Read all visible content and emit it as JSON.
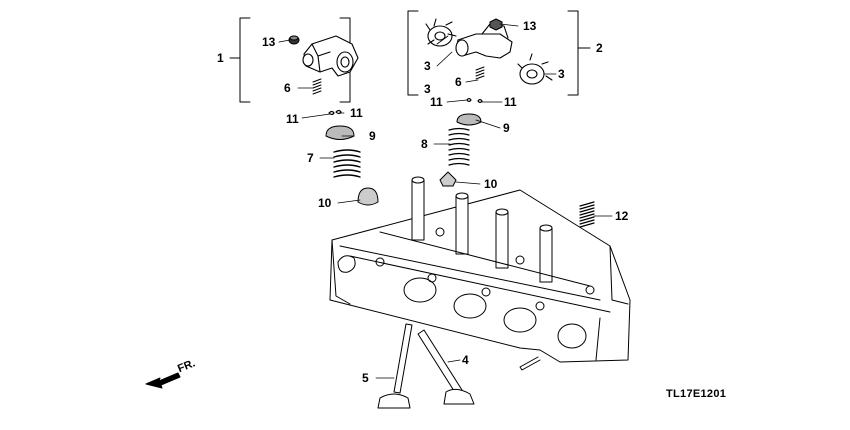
{
  "diagram": {
    "callouts": {
      "c1": "1",
      "c2": "2",
      "c3a": "3",
      "c3b": "3",
      "c3c": "3",
      "c4": "4",
      "c5": "5",
      "c6a": "6",
      "c6b": "6",
      "c7": "7",
      "c8": "8",
      "c9a": "9",
      "c9b": "9",
      "c10a": "10",
      "c10b": "10",
      "c11a": "11",
      "c11b": "11",
      "c11c": "11",
      "c11d": "11",
      "c12": "12",
      "c13a": "13",
      "c13b": "13"
    },
    "front_marker": "FR.",
    "drawing_code": "TL17E1201"
  }
}
